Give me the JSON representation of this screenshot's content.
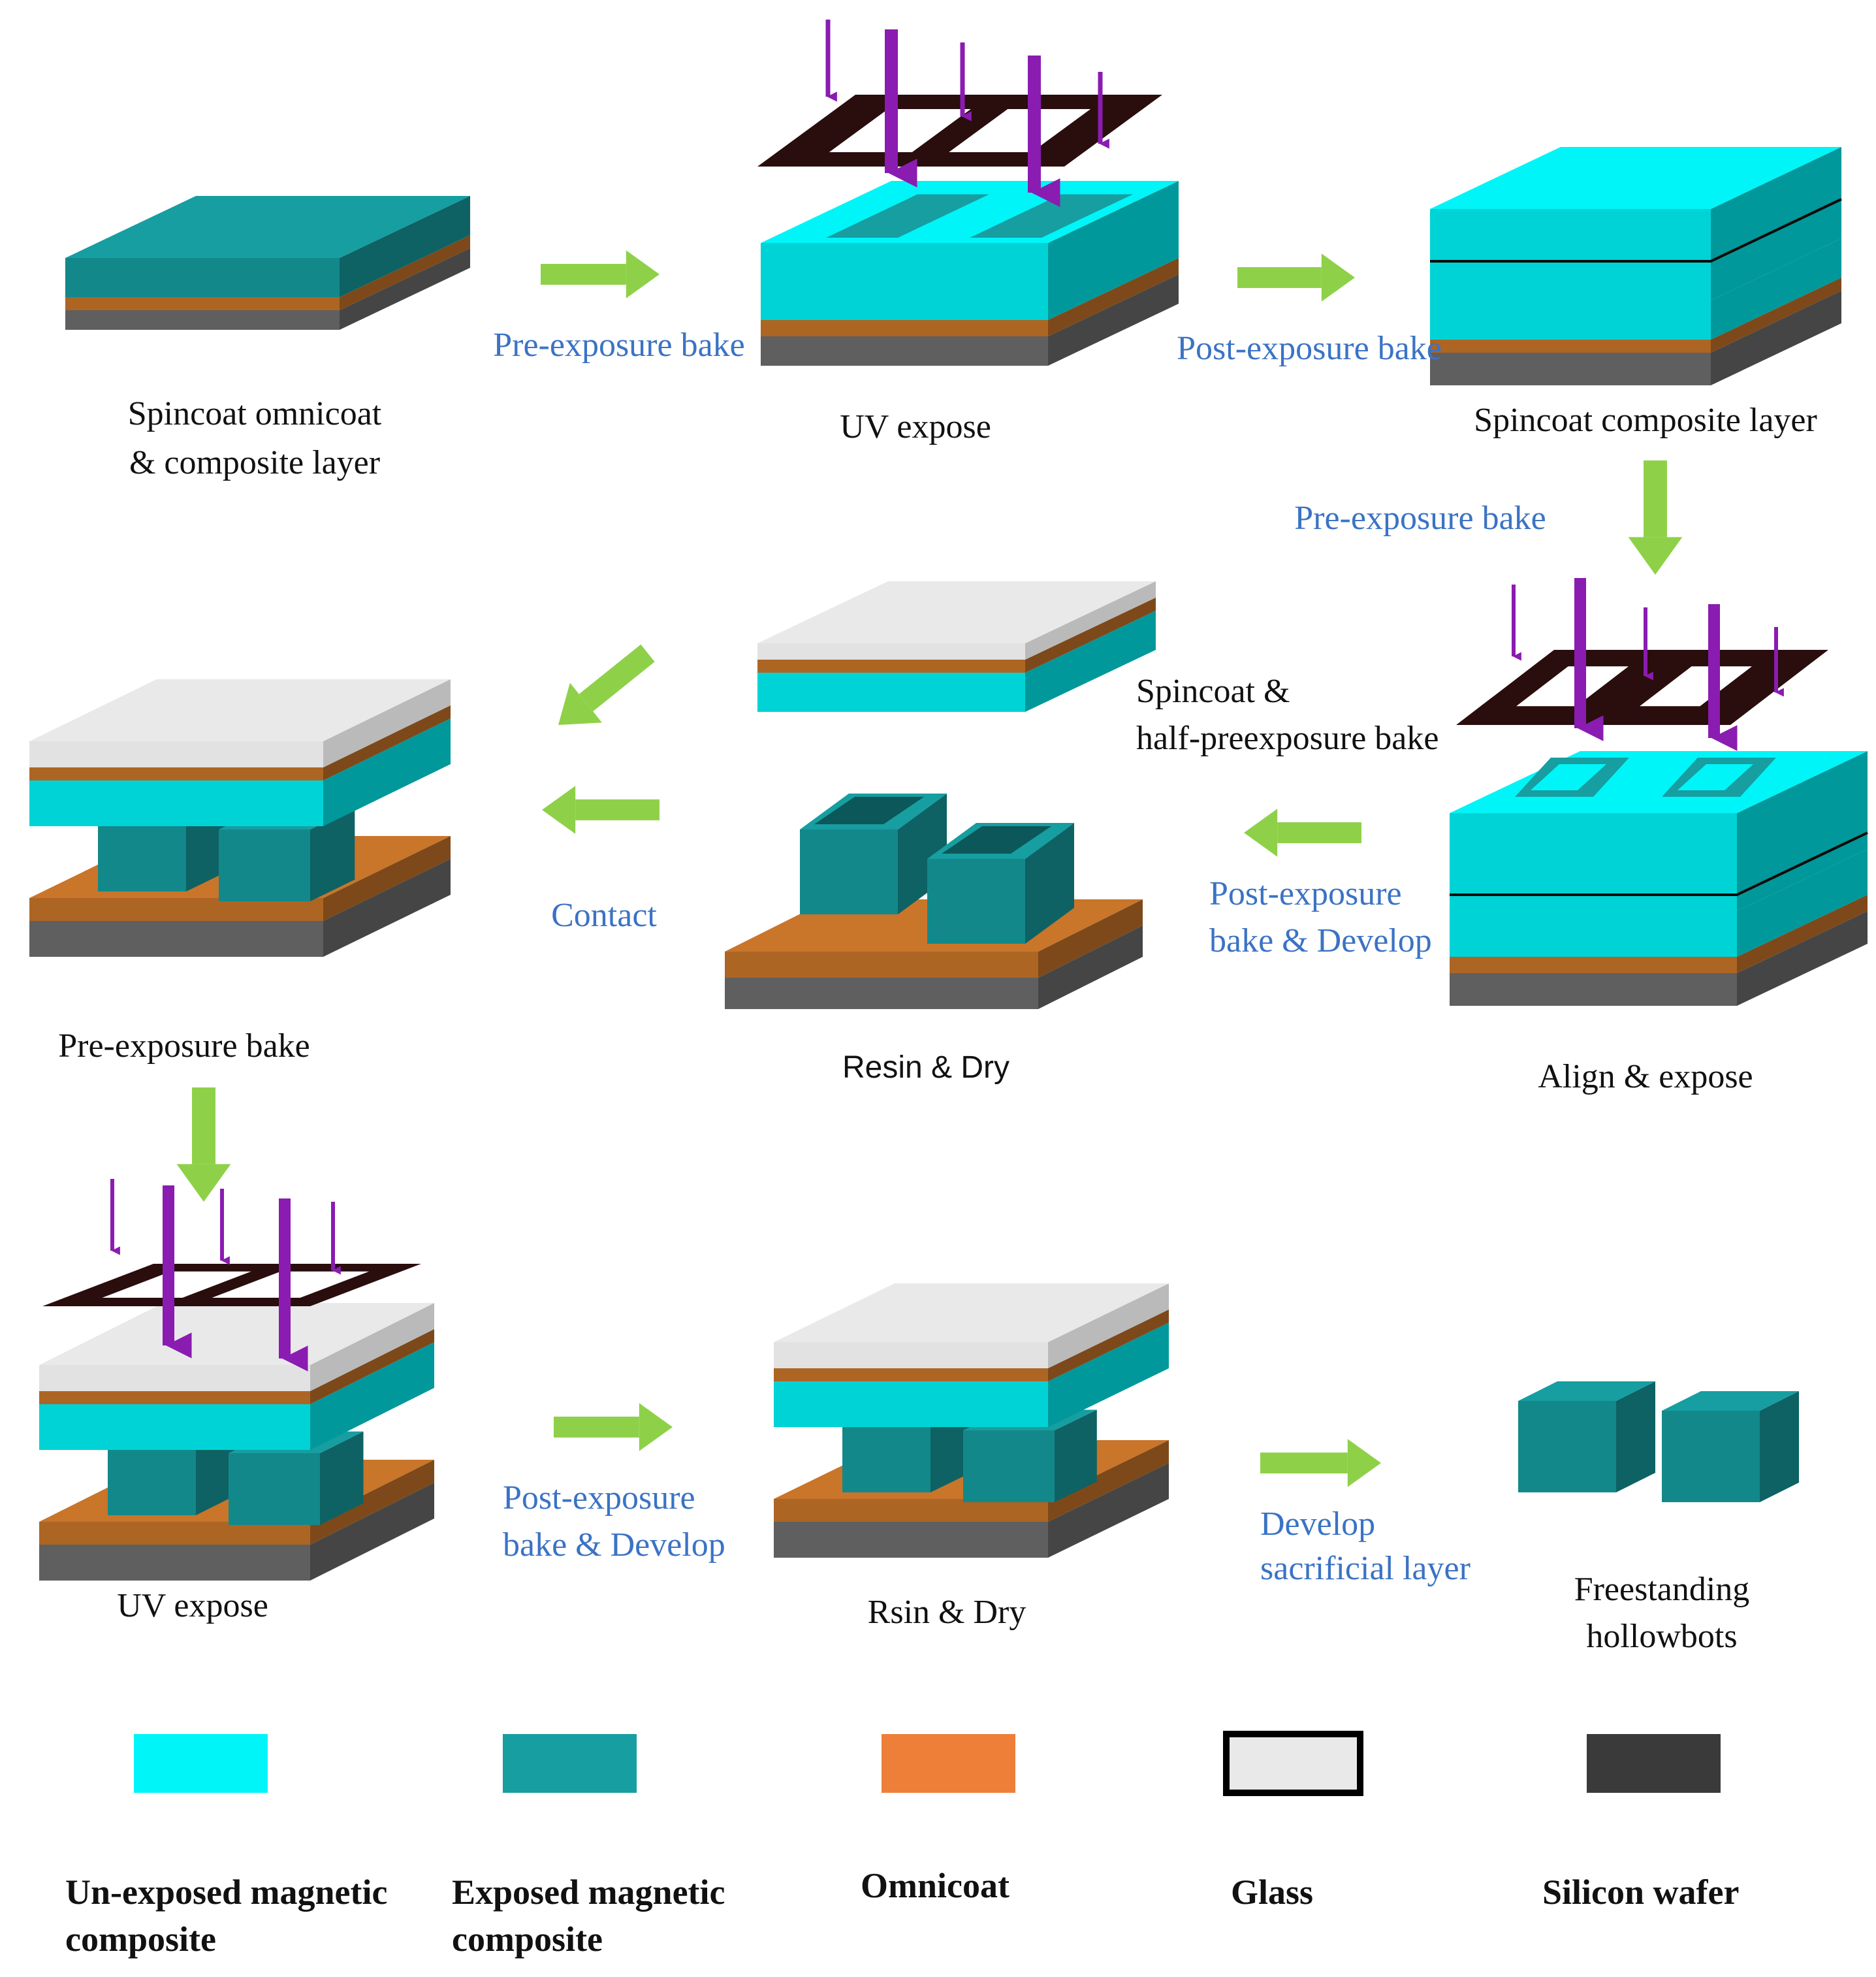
{
  "colors": {
    "unexposed": "#00f5f8",
    "exposed": "#169ea1",
    "omnicoat": "#c9752a",
    "glass": "#e9e9e9",
    "silicon": "#6f6f6f",
    "mask": "#2a0d0d",
    "uv": "#8a1cb1",
    "flow_arrow": "#8ed149",
    "arrow_label": "#3b73c4"
  },
  "steps": {
    "s1": {
      "caption": [
        "Spincoat omnicoat",
        "& composite layer"
      ]
    },
    "s2": {
      "caption": [
        "UV expose"
      ]
    },
    "s3": {
      "caption": [
        "Spincoat composite layer"
      ]
    },
    "s4": {
      "caption": [
        "Align & expose"
      ]
    },
    "s5": {
      "caption": [
        "Resin & Dry"
      ]
    },
    "s6": {
      "caption": [
        "Spincoat &",
        "half-preexposure bake"
      ]
    },
    "s7": {
      "caption": [
        "Pre-exposure bake"
      ]
    },
    "s8": {
      "caption": [
        "UV expose"
      ]
    },
    "s9": {
      "caption": [
        "Rsin & Dry"
      ]
    },
    "s10": {
      "caption": [
        "Freestanding",
        "hollowbots"
      ]
    }
  },
  "arrows": {
    "a1": {
      "label": [
        "Pre-exposure bake"
      ]
    },
    "a2": {
      "label": [
        "Post-exposure bake"
      ]
    },
    "a3": {
      "label": [
        "Pre-exposure bake"
      ]
    },
    "a4": {
      "label": [
        "Post-exposure",
        "bake & Develop"
      ]
    },
    "a5": {
      "label": [
        "Contact"
      ]
    },
    "a6": {
      "label": []
    },
    "a7": {
      "label": []
    },
    "a8": {
      "label": [
        "Post-exposure",
        "bake & Develop"
      ]
    },
    "a9": {
      "label": [
        "Develop",
        "sacrificial layer"
      ]
    }
  },
  "legend": [
    {
      "key": "unexposed",
      "label": [
        "Un-exposed magnetic",
        "composite"
      ]
    },
    {
      "key": "exposed",
      "label": [
        "Exposed magnetic",
        "composite"
      ]
    },
    {
      "key": "omnicoat",
      "label": [
        "Omnicoat"
      ]
    },
    {
      "key": "glass",
      "label": [
        "Glass"
      ]
    },
    {
      "key": "silicon",
      "label": [
        "Silicon wafer"
      ]
    }
  ]
}
